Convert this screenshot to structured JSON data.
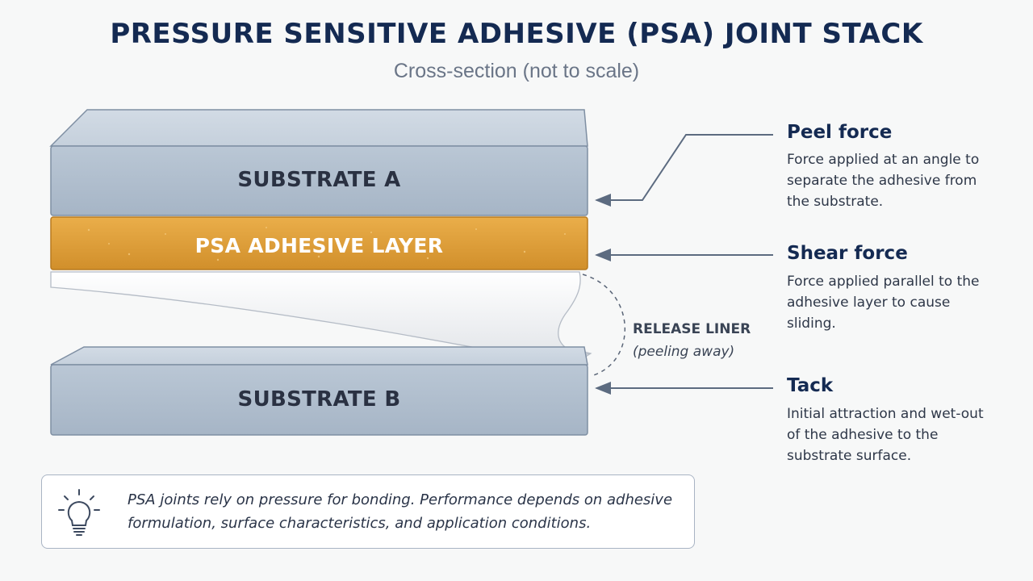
{
  "header": {
    "title": "PRESSURE SENSITIVE ADHESIVE (PSA) JOINT STACK",
    "subtitle": "Cross-section (not to scale)"
  },
  "layers": {
    "substrate_a": "SUBSTRATE A",
    "adhesive": "PSA ADHESIVE LAYER",
    "substrate_b": "SUBSTRATE B",
    "release_liner": "RELEASE LINER",
    "release_liner_note": "(peeling away)"
  },
  "forces": [
    {
      "title": "Peel force",
      "description": "Force applied at an angle to separate the adhesive from the substrate."
    },
    {
      "title": "Shear force",
      "description": "Force applied parallel to the adhesive layer to cause sliding."
    },
    {
      "title": "Tack",
      "description": "Initial attraction and wet-out of the adhesive to the substrate surface."
    }
  ],
  "note": {
    "icon": "lightbulb-icon",
    "text": "PSA joints rely on pressure for bonding. Performance depends on adhesive formulation, surface characteristics, and application conditions."
  },
  "colors": {
    "title": "#142a52",
    "substrate": "#b4c1d0",
    "adhesive": "#e3a13a",
    "arrow": "#5c6b80"
  }
}
